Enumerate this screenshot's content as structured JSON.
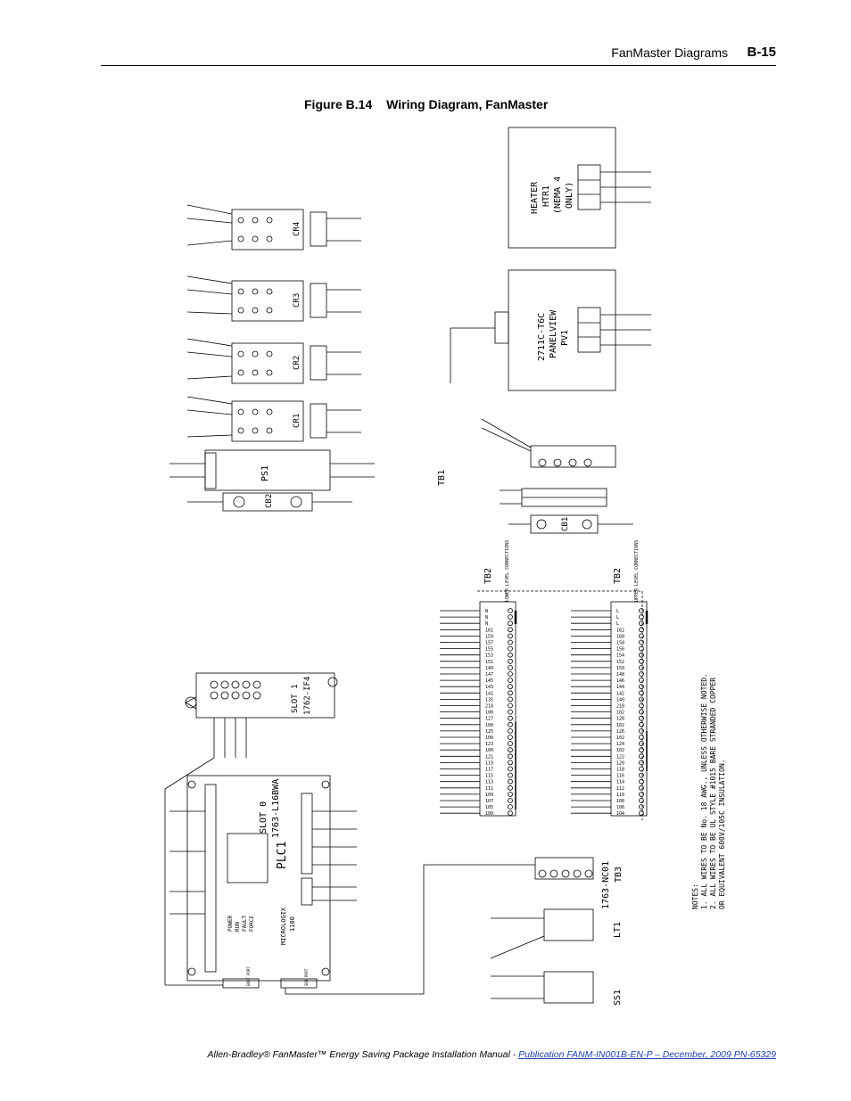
{
  "header": {
    "section": "FanMaster Diagrams",
    "page": "B-15"
  },
  "figure": {
    "label": "Figure B.14",
    "title": "Wiring Diagram, FanMaster"
  },
  "diagram": {
    "heater": [
      "HEATER",
      "HTR1",
      "(NEMA 4",
      "ONLY)"
    ],
    "panelview": [
      "2711C-T6C",
      "PANELVIEW",
      "PV1"
    ],
    "relays": [
      "CR4",
      "CR3",
      "CR2",
      "CR1"
    ],
    "ps": "PS1",
    "cb1": "CB1",
    "cb2": "CB2",
    "tb1": "TB1",
    "tb2_left": "TB2",
    "tb2_left_sub": "LOWER LEVEL CONNECTIONS",
    "tb2_right": "TB2",
    "tb2_right_sub": "UPPER LEVEL CONNECTIONS",
    "slot1": [
      "SLOT 1",
      "1762-IF4"
    ],
    "slot0": [
      "SLOT 0",
      "1763-L16BWA"
    ],
    "plc": "PLC1",
    "micrologix": [
      "MICROLOGIX",
      "1100"
    ],
    "plc_leds": [
      "POWER",
      "RUN",
      "FAULT",
      "FORCE"
    ],
    "enet_port": "ENET PORT",
    "ser_port": "SER PORT",
    "tb3": [
      "1763-NC01",
      "TB3"
    ],
    "lt1": "LT1",
    "ss1": "SS1",
    "notes": [
      "NOTES:",
      "1. ALL WIRES TO BE No. 18 AWG., UNLESS OTHERWISE NOTED.",
      "2. ALL WIRES TO BE UL STYLE #1015 BARE STRANDED COPPER",
      "OR EQUIVALENT 600V/105C INSULATION."
    ],
    "tb2_left_terminals": [
      "N",
      "N",
      "N",
      "161",
      "159",
      "157",
      "155",
      "153",
      "151",
      "149",
      "147",
      "145",
      "143",
      "141",
      "135",
      "218",
      "100",
      "127",
      "100",
      "125",
      "100",
      "123",
      "100",
      "121",
      "119",
      "117",
      "115",
      "113",
      "111",
      "109",
      "107",
      "105",
      "100"
    ],
    "tb2_right_terminals": [
      "L",
      "L",
      "L",
      "162",
      "160",
      "158",
      "156",
      "154",
      "152",
      "150",
      "148",
      "146",
      "144",
      "142",
      "140",
      "218",
      "102",
      "128",
      "102",
      "126",
      "102",
      "124",
      "102",
      "122",
      "120",
      "118",
      "116",
      "114",
      "112",
      "110",
      "108",
      "106",
      "104"
    ]
  },
  "footer": {
    "manual": "Allen-Bradley® FanMaster™ Energy Saving Package Installation Manual - ",
    "publication": "Publication FANM-IN001B-EN-P – December, 2009 PN-65329"
  }
}
